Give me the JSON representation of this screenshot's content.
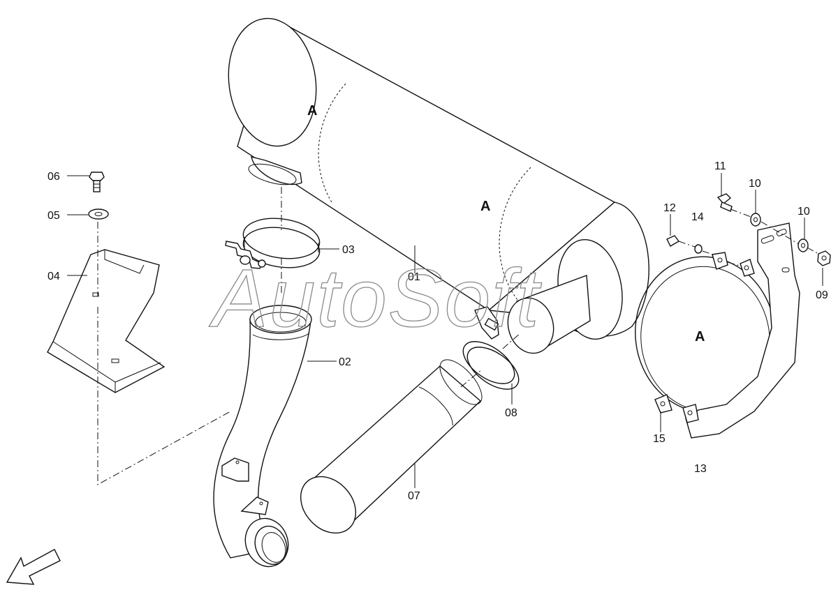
{
  "watermark": "AutoSoft",
  "markers": {
    "a1": "A",
    "a2": "A",
    "a3": "A"
  },
  "callouts": {
    "p01": "01",
    "p02": "02",
    "p03": "03",
    "p04": "04",
    "p05": "05",
    "p06": "06",
    "p07": "07",
    "p08": "08",
    "p09": "09",
    "p10a": "10",
    "p10b": "10",
    "p11": "11",
    "p12": "12",
    "p13": "13",
    "p14": "14",
    "p15": "15"
  }
}
